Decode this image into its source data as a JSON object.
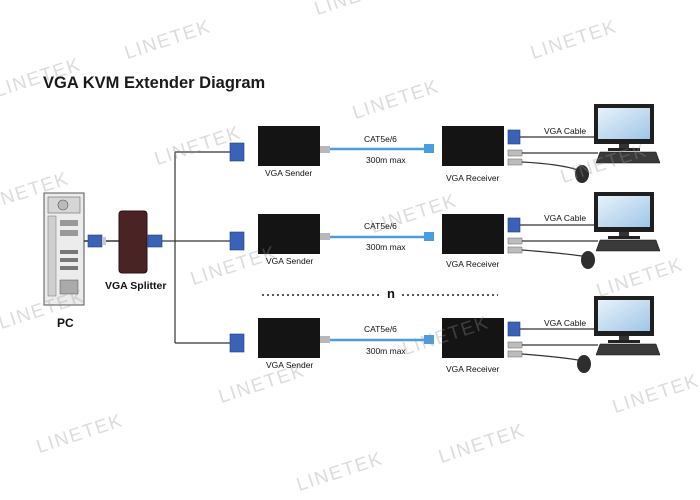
{
  "title": "VGA KVM Extender Diagram",
  "watermark": "LINETEK",
  "pc_label": "PC",
  "splitter_label": "VGA Splitter",
  "n_label": "n",
  "chains": [
    {
      "sender_label": "VGA Sender",
      "receiver_label": "VGA Receiver",
      "cable_type": "CAT5e/6",
      "distance": "300m max",
      "vga_cable_label": "VGA Cable"
    },
    {
      "sender_label": "VGA Sender",
      "receiver_label": "VGA Receiver",
      "cable_type": "CAT5e/6",
      "distance": "300m max",
      "vga_cable_label": "VGA Cable"
    },
    {
      "sender_label": "VGA Sender",
      "receiver_label": "VGA Receiver",
      "cable_type": "CAT5e/6",
      "distance": "300m max",
      "vga_cable_label": "VGA Cable"
    }
  ],
  "colors": {
    "device_box": "#141414",
    "splitter": "#4a2424",
    "cat_cable": "#4a9de0",
    "vga_connector": "#3a63b8",
    "line": "#333333"
  }
}
